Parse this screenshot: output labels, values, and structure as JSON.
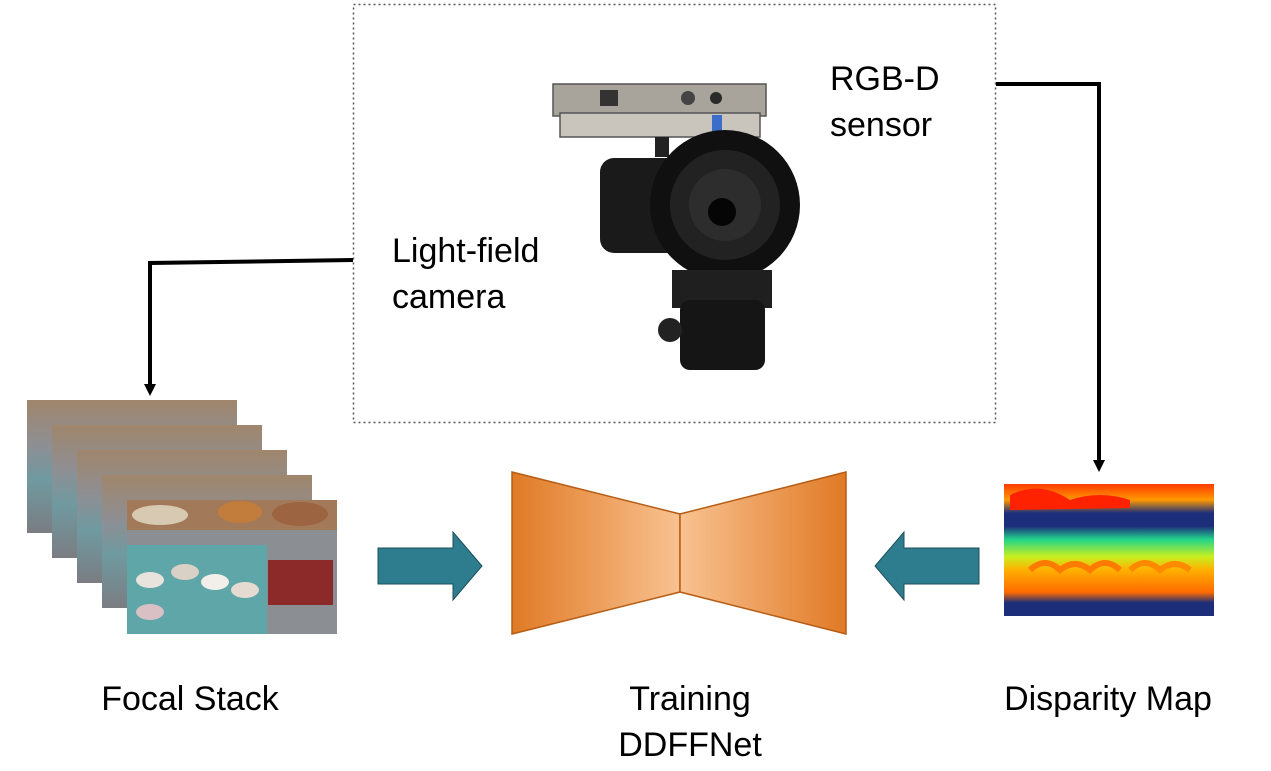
{
  "labels": {
    "light_field_camera": [
      "Light-field",
      "camera"
    ],
    "rgbd_sensor": [
      "RGB-D",
      "sensor"
    ],
    "focal_stack": "Focal Stack",
    "training": [
      "Training",
      "DDFFNet"
    ],
    "disparity_map": "Disparity Map"
  },
  "colors": {
    "arrow_fill": "#2e7d8f",
    "network_dark": "#e07a25",
    "network_light": "#f8c291",
    "connector": "#000000",
    "frame": "#555555"
  }
}
